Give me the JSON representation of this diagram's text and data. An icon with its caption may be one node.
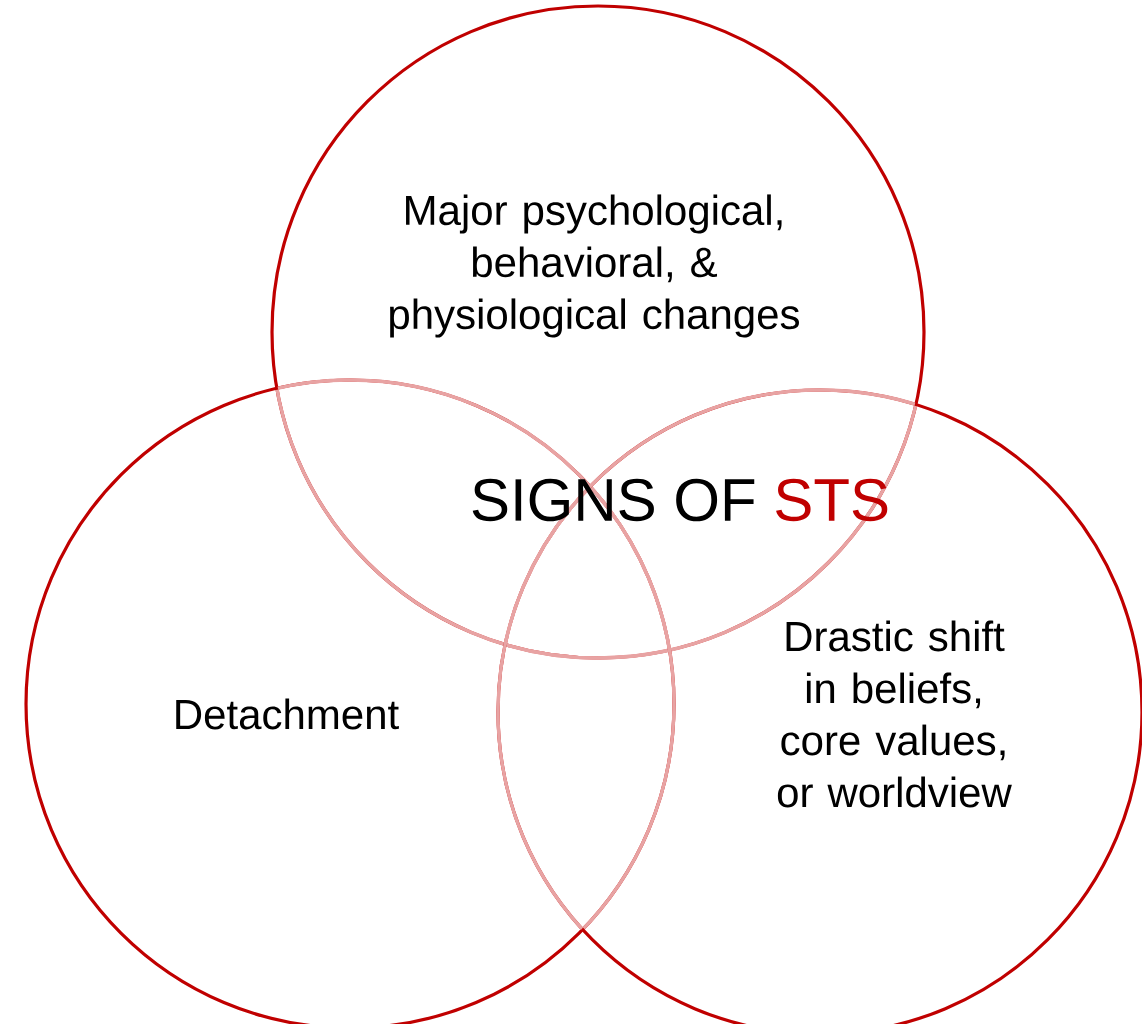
{
  "diagram": {
    "nodes": [
      {
        "text": [
          "Major psychological, behavioral, & physiological changes"
        ]
      },
      {
        "text": [
          "Detachment"
        ]
      },
      {
        "text": [
          "Drastic shift in beliefs, core values, or worldview"
        ]
      }
    ],
    "labels": [
      "SIGNS OF",
      "STS"
    ]
  }
}
